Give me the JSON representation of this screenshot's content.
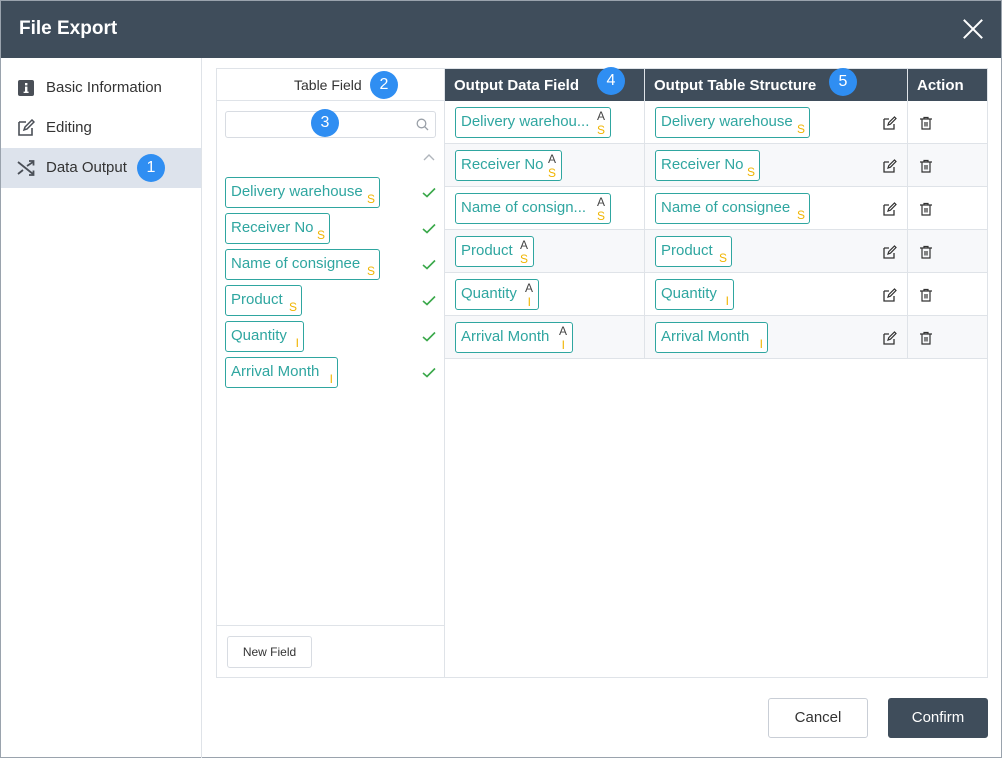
{
  "dialog": {
    "title": "File Export"
  },
  "sidebar": {
    "items": [
      {
        "label": "Basic Information",
        "icon": "info-icon"
      },
      {
        "label": "Editing",
        "icon": "edit-icon"
      },
      {
        "label": "Data Output",
        "icon": "shuffle-icon",
        "badge": "1",
        "active": true
      }
    ]
  },
  "table_field": {
    "header": "Table Field",
    "header_badge": "2",
    "search": {
      "placeholder": "",
      "badge": "3"
    },
    "fields": [
      {
        "label": "Delivery warehouse",
        "type": "S",
        "checked": true
      },
      {
        "label": "Receiver No",
        "type": "S",
        "checked": true
      },
      {
        "label": "Name of consignee",
        "type": "S",
        "checked": true
      },
      {
        "label": "Product",
        "type": "S",
        "checked": true
      },
      {
        "label": "Quantity",
        "type": "I",
        "checked": true
      },
      {
        "label": "Arrival Month",
        "type": "I",
        "checked": true
      }
    ],
    "new_field_label": "New Field"
  },
  "output": {
    "columns": {
      "data_field": "Output Data Field",
      "data_field_badge": "4",
      "table_structure": "Output Table Structure",
      "table_structure_badge": "5",
      "action": "Action"
    },
    "rows": [
      {
        "data_field": "Delivery warehou...",
        "data_type": "S",
        "aggregate": "A",
        "structure": "Delivery warehouse",
        "structure_type": "S"
      },
      {
        "data_field": "Receiver No",
        "data_type": "S",
        "aggregate": "A",
        "structure": "Receiver No",
        "structure_type": "S"
      },
      {
        "data_field": "Name of consign...",
        "data_type": "S",
        "aggregate": "A",
        "structure": "Name of consignee",
        "structure_type": "S"
      },
      {
        "data_field": "Product",
        "data_type": "S",
        "aggregate": "A",
        "structure": "Product",
        "structure_type": "S"
      },
      {
        "data_field": "Quantity",
        "data_type": "I",
        "aggregate": "A",
        "structure": "Quantity",
        "structure_type": "I"
      },
      {
        "data_field": "Arrival Month",
        "data_type": "I",
        "aggregate": "A",
        "structure": "Arrival Month",
        "structure_type": "I"
      }
    ]
  },
  "footer": {
    "cancel_label": "Cancel",
    "confirm_label": "Confirm"
  },
  "colors": {
    "header_bg": "#3f4d5b",
    "tag_teal": "#2fa6a0",
    "type_yellow": "#f0b400",
    "badge_blue": "#2f8ef2",
    "check_green": "#3aa84a"
  }
}
